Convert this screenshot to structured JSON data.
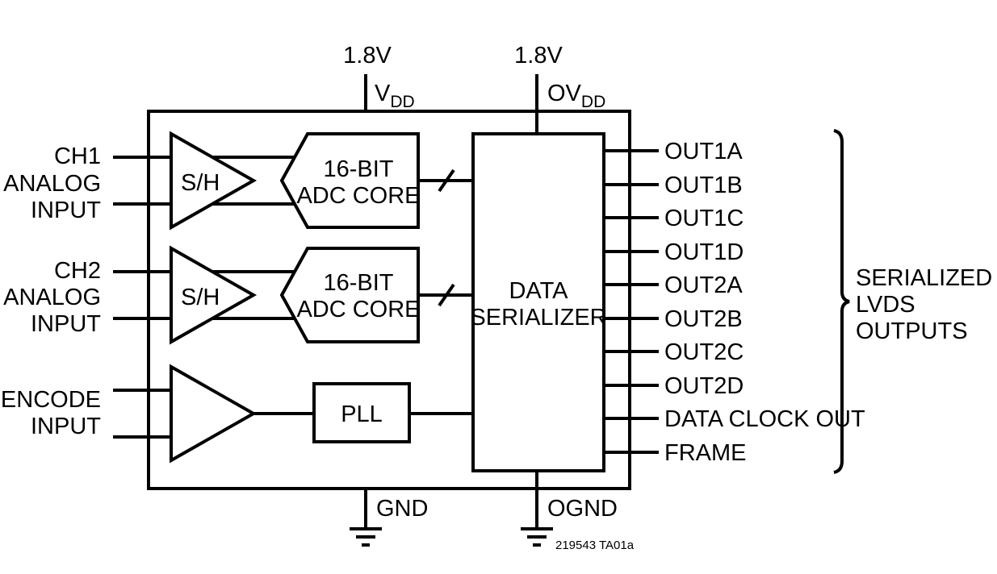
{
  "supplies": {
    "vdd_voltage": "1.8V",
    "vdd_name": "V",
    "vdd_sub": "DD",
    "ovdd_voltage": "1.8V",
    "ovdd_name": "OV",
    "ovdd_sub": "DD"
  },
  "grounds": {
    "gnd": "GND",
    "ognd": "OGND"
  },
  "inputs": {
    "ch1": [
      "CH1",
      "ANALOG",
      "INPUT"
    ],
    "ch2": [
      "CH2",
      "ANALOG",
      "INPUT"
    ],
    "encode": [
      "ENCODE",
      "INPUT"
    ]
  },
  "blocks": {
    "sample_hold": "S/H",
    "adc_core": [
      "16-BIT",
      "ADC CORE"
    ],
    "pll": "PLL",
    "serializer": [
      "DATA",
      "SERIALIZER"
    ]
  },
  "outputs": [
    "OUT1A",
    "OUT1B",
    "OUT1C",
    "OUT1D",
    "OUT2A",
    "OUT2B",
    "OUT2C",
    "OUT2D",
    "DATA CLOCK OUT",
    "FRAME"
  ],
  "output_group_label": [
    "SERIALIZED",
    "LVDS",
    "OUTPUTS"
  ],
  "figure_id": "219543 TA01a"
}
